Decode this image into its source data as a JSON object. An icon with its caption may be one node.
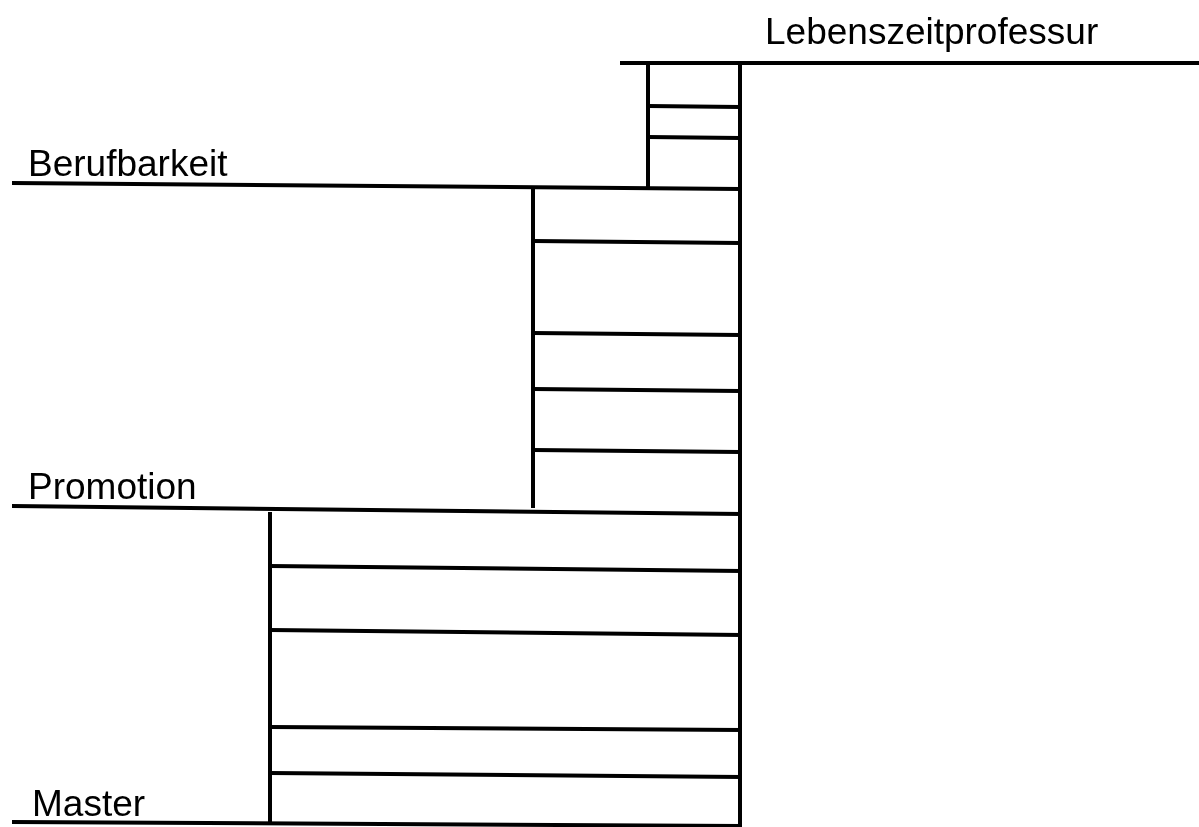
{
  "diagram": {
    "labels": [
      "Lebenszeitprofessur",
      "Berufbarkeit",
      "Promotion",
      "Master"
    ]
  }
}
